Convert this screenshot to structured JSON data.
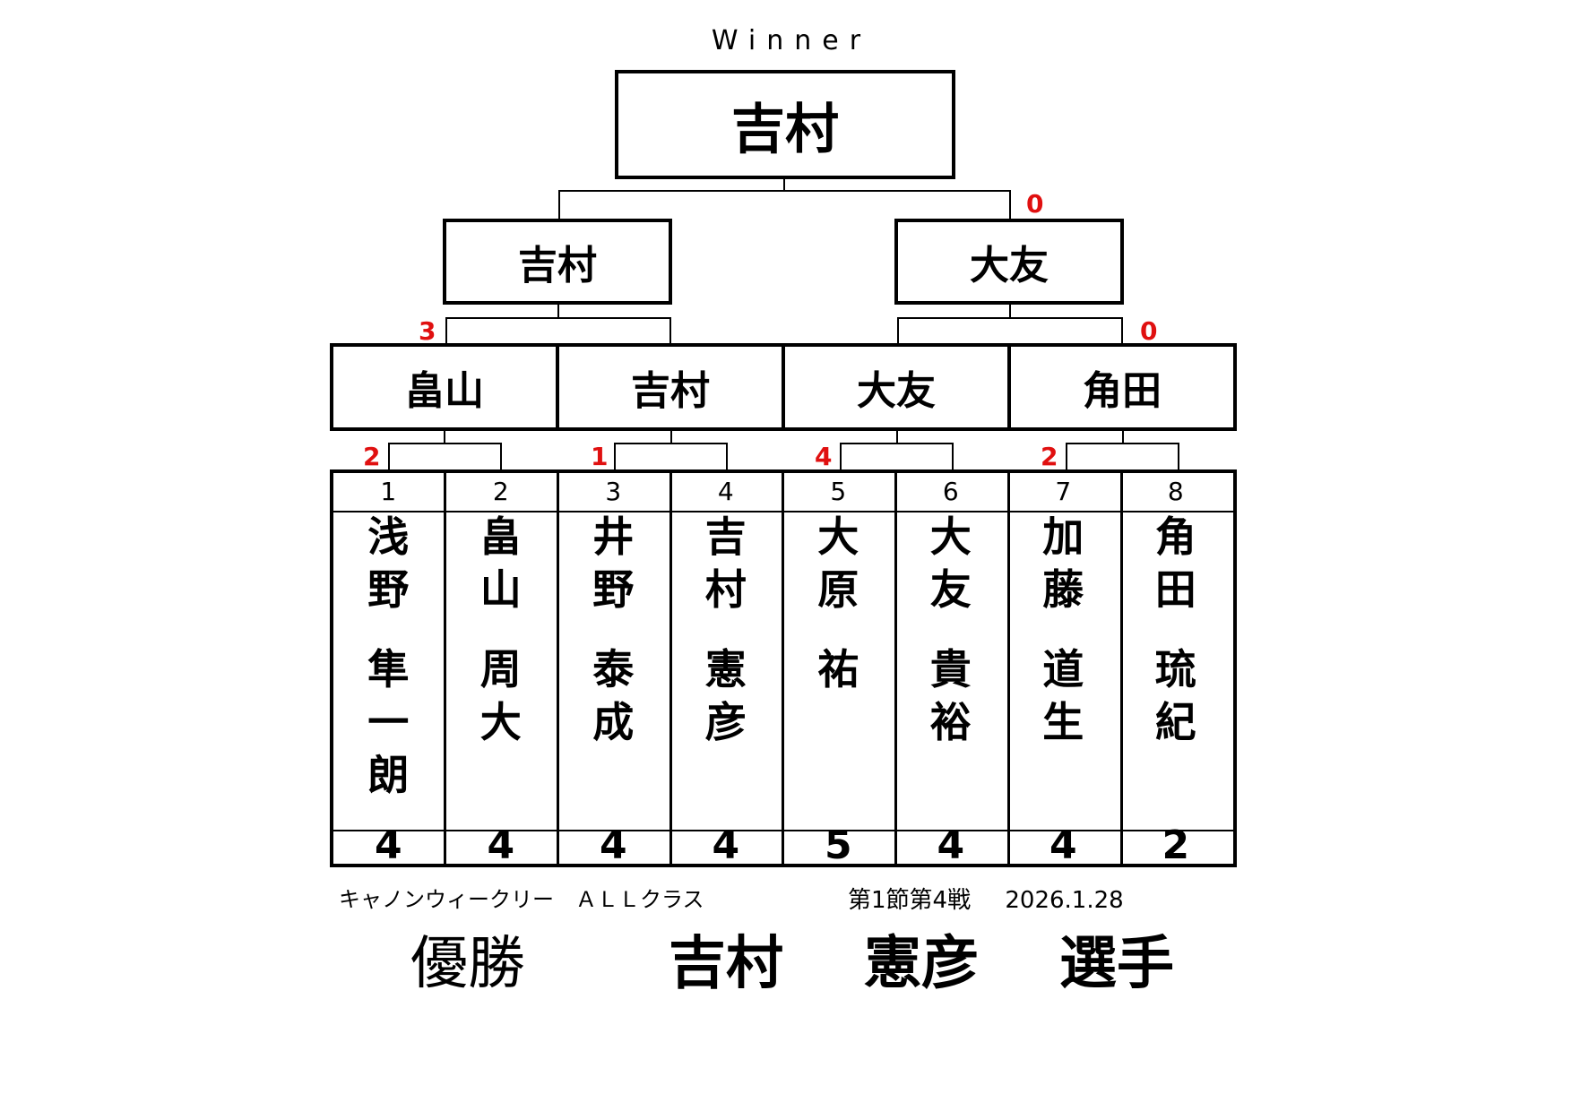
{
  "bracket": {
    "title": "Winner",
    "champion": "吉村",
    "semifinal": [
      "吉村",
      "大友"
    ],
    "quarterfinal": [
      "畠山",
      "吉村",
      "大友",
      "角田"
    ],
    "final_scores": {
      "right": "0"
    },
    "semifinal_scores": {
      "left": "3",
      "right": "0"
    },
    "first_round_scores": [
      "2",
      "1",
      "4",
      "2"
    ]
  },
  "players": [
    {
      "seed": "1",
      "family": [
        "浅",
        "野"
      ],
      "given": [
        "隼",
        "一",
        "朗"
      ],
      "score": "4"
    },
    {
      "seed": "2",
      "family": [
        "畠",
        "山"
      ],
      "given": [
        "周",
        "大"
      ],
      "score": "4"
    },
    {
      "seed": "3",
      "family": [
        "井",
        "野"
      ],
      "given": [
        "泰",
        "成"
      ],
      "score": "4"
    },
    {
      "seed": "4",
      "family": [
        "吉",
        "村"
      ],
      "given": [
        "憲",
        "彦"
      ],
      "score": "4"
    },
    {
      "seed": "5",
      "family": [
        "大",
        "原"
      ],
      "given": [
        "祐"
      ],
      "score": "5"
    },
    {
      "seed": "6",
      "family": [
        "大",
        "友"
      ],
      "given": [
        "貴",
        "裕"
      ],
      "score": "4"
    },
    {
      "seed": "7",
      "family": [
        "加",
        "藤"
      ],
      "given": [
        "道",
        "生"
      ],
      "score": "4"
    },
    {
      "seed": "8",
      "family": [
        "角",
        "田"
      ],
      "given": [
        "琉",
        "紀"
      ],
      "score": "2"
    }
  ],
  "footer": {
    "event": "キャノンウィークリー　ＡＬＬクラス",
    "round": "第1節第4戦",
    "date": "2026.1.28",
    "award": "優勝",
    "winner_family": "吉村",
    "winner_given": "憲彦",
    "honorific": "選手"
  }
}
